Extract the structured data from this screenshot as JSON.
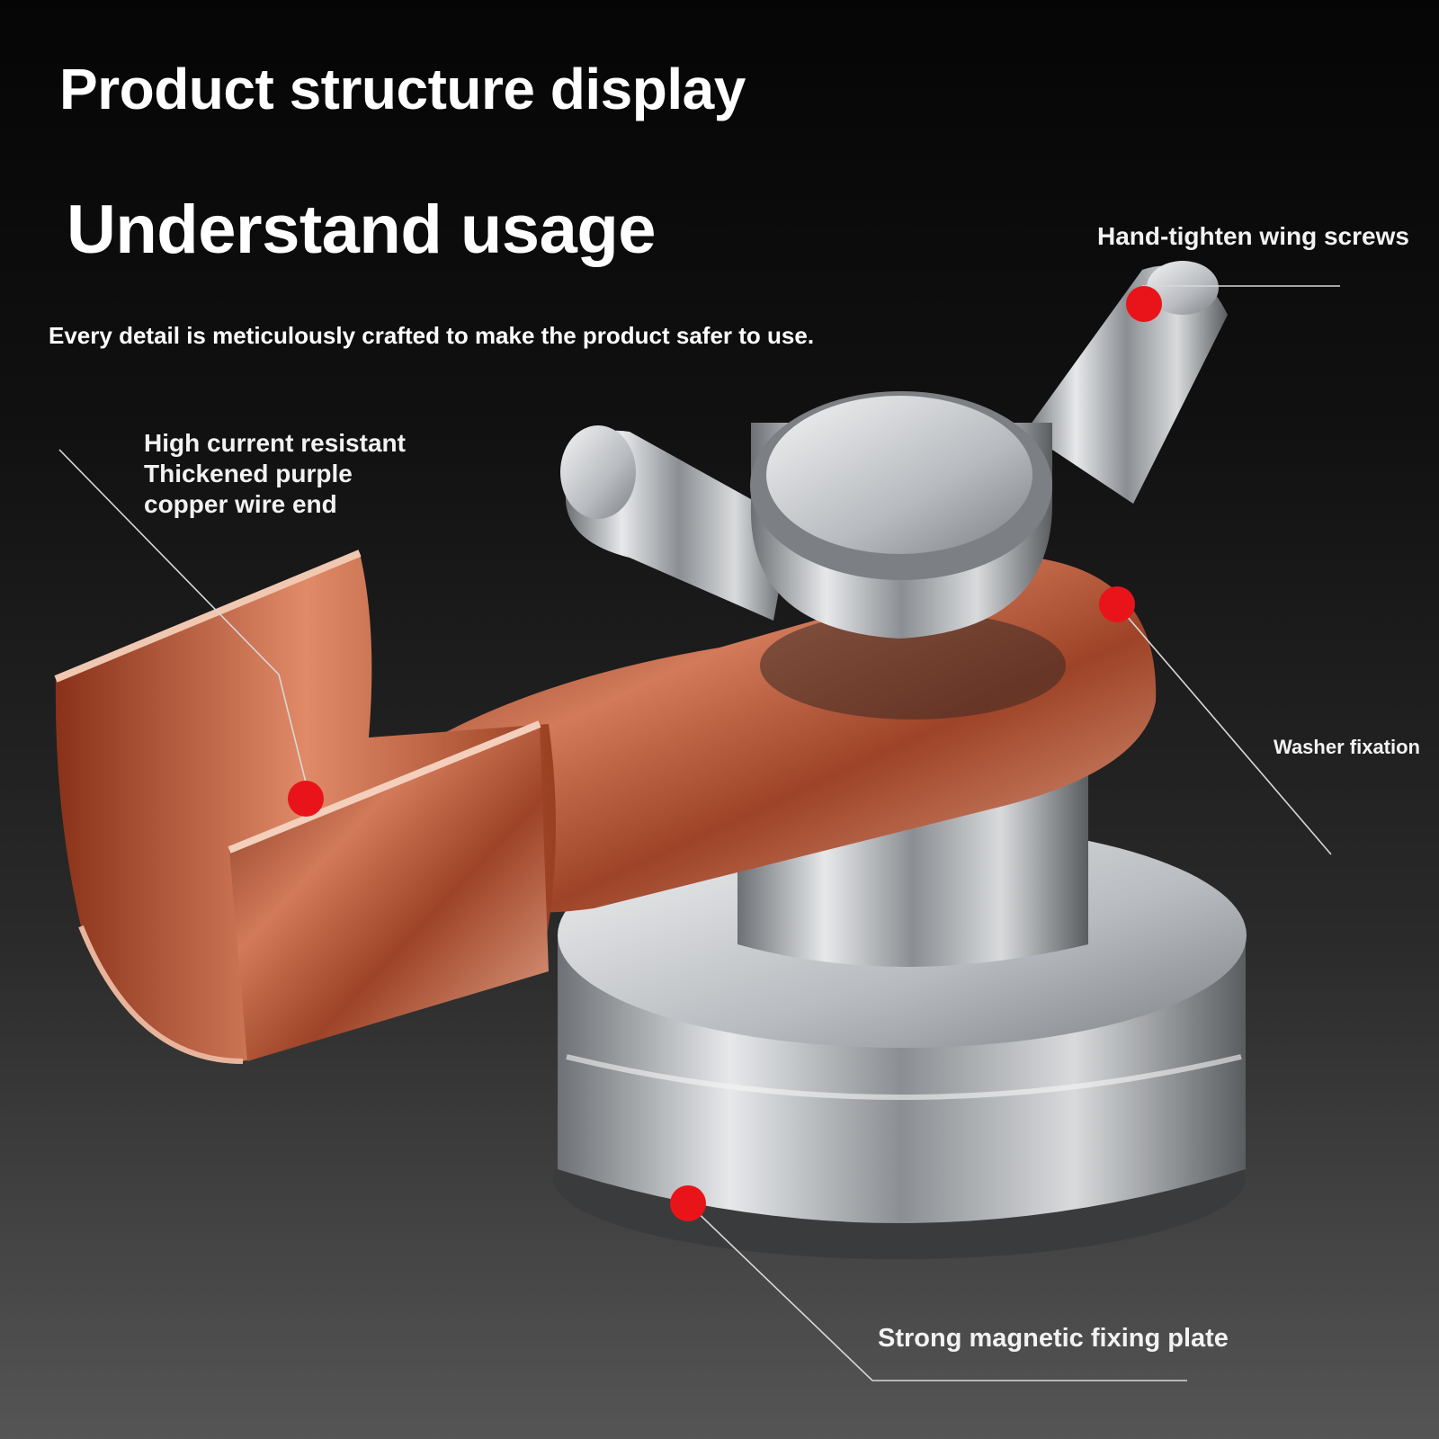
{
  "heading": {
    "title": "Product structure display",
    "subtitle": "Understand usage",
    "tagline": "Every detail is meticulously crafted to make the product safer to use."
  },
  "callouts": {
    "copper_end": {
      "lines": [
        "High current resistant",
        "Thickened purple",
        "copper wire end"
      ]
    },
    "wing_screws": "Hand-tighten wing screws",
    "washer": "Washer fixation",
    "magnet": "Strong magnetic fixing plate"
  },
  "colors": {
    "marker": "#e8141a",
    "copper": "#b5583c",
    "steel": "#c9ccd0"
  }
}
